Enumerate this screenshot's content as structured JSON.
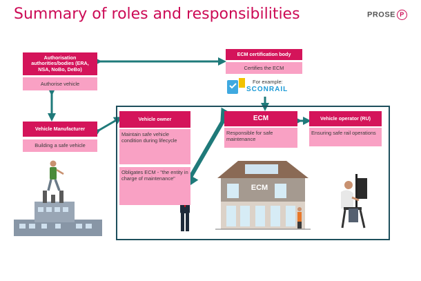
{
  "title": "Summary of roles and responsibilities",
  "logo": {
    "text": "PROSE",
    "mark": "P"
  },
  "authorities": {
    "header": "Authorisation authorities/bodies (ERA, NSA, NoBo, DeBo)",
    "body": "Authorise vehicle"
  },
  "certification": {
    "header": "ECM certification body",
    "body": "Certifies the ECM",
    "example_label": "For example:",
    "example_brand": "SCONRAIL"
  },
  "manufacturer": {
    "header": "Vehicle Manufacturer",
    "body": "Building a safe vehicle"
  },
  "owner": {
    "header": "Vehicle owner",
    "body": "Maintain safe vehicle condition during lifecycle",
    "body2": "Obligates ECM - \"the entity in charge of maintenance\""
  },
  "ecm": {
    "header": "ECM",
    "body": "Responsible for safe maintenance",
    "building_label": "ECM"
  },
  "operator": {
    "header": "Vehicle  operator (RU)",
    "body": "Ensuring safe rail operations"
  },
  "colors": {
    "accent": "#cc0a55",
    "header_bg": "#d4145a",
    "box_bg": "#f9a1c4",
    "arrow": "#1f7a7a",
    "frame": "#1d4f5c"
  }
}
